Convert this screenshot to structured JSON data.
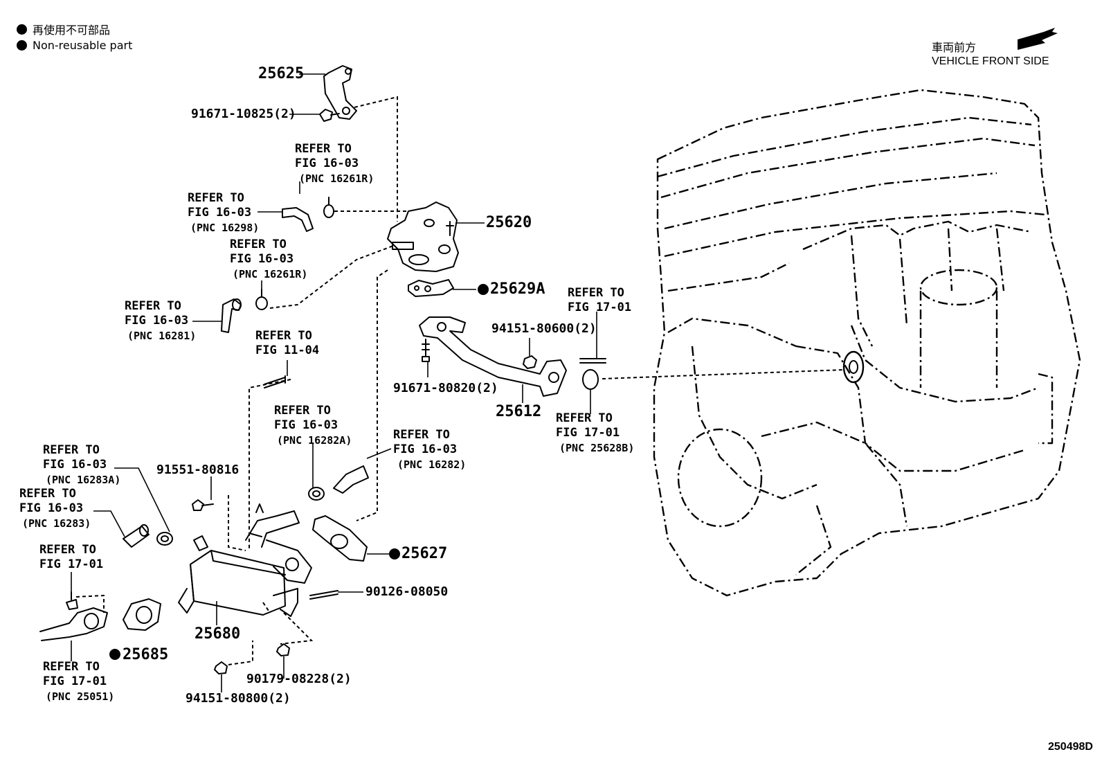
{
  "legend": [
    {
      "text": "再使用不可部品"
    },
    {
      "text": "Non-reusable part"
    }
  ],
  "orientation": {
    "jp": "車両前方",
    "en": "VEHICLE FRONT SIDE"
  },
  "parts": {
    "p25625": "25625",
    "p91671_10825": "91671-10825(2)",
    "p25620": "25620",
    "p25629A": "25629A",
    "p94151_80600": "94151-80600(2)",
    "p91671_80820": "91671-80820(2)",
    "p25612": "25612",
    "p91551_80816": "91551-80816",
    "p25627": "25627",
    "p90126_08050": "90126-08050",
    "p25680": "25680",
    "p25685": "25685",
    "p90179_08228": "90179-08228(2)",
    "p94151_80800": "94151-80800(2)"
  },
  "refs": [
    {
      "refer": "REFER TO",
      "fig": "FIG 16-03",
      "pnc": "(PNC 16261R)"
    },
    {
      "refer": "REFER TO",
      "fig": "FIG 16-03",
      "pnc": "(PNC 16298)"
    },
    {
      "refer": "REFER TO",
      "fig": "FIG 16-03",
      "pnc": "(PNC 16261R)"
    },
    {
      "refer": "REFER TO",
      "fig": "FIG 16-03",
      "pnc": "(PNC 16281)"
    },
    {
      "refer": "REFER TO",
      "fig": "FIG 11-04",
      "pnc": ""
    },
    {
      "refer": "REFER TO",
      "fig": "FIG 17-01",
      "pnc": ""
    },
    {
      "refer": "REFER TO",
      "fig": "FIG 17-01",
      "pnc": "(PNC 25628B)"
    },
    {
      "refer": "REFER TO",
      "fig": "FIG 16-03",
      "pnc": "(PNC 16282A)"
    },
    {
      "refer": "REFER TO",
      "fig": "FIG 16-03",
      "pnc": "(PNC 16282)"
    },
    {
      "refer": "REFER TO",
      "fig": "FIG 16-03",
      "pnc": "(PNC 16283A)"
    },
    {
      "refer": "REFER TO",
      "fig": "FIG 16-03",
      "pnc": "(PNC 16283)"
    },
    {
      "refer": "REFER TO",
      "fig": "FIG 17-01",
      "pnc": ""
    },
    {
      "refer": "REFER TO",
      "fig": "FIG 17-01",
      "pnc": "(PNC 25051)"
    }
  ],
  "figure_id": "250498D"
}
